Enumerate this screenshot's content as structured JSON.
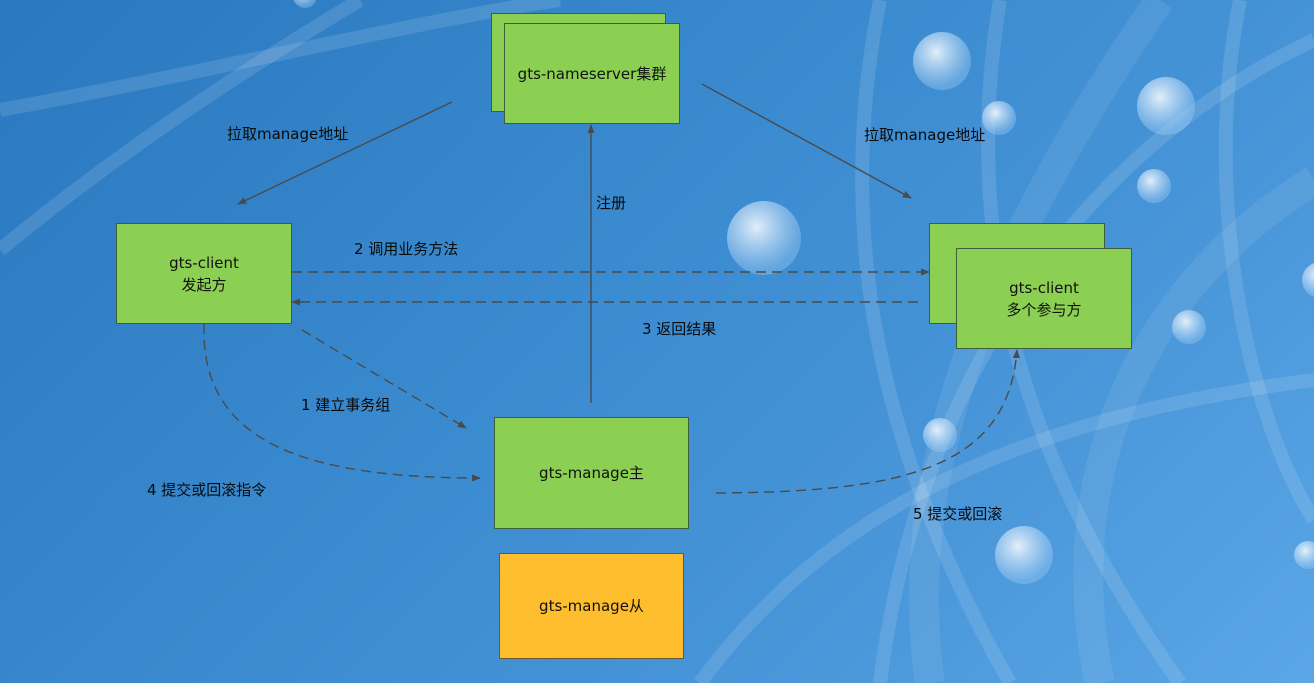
{
  "nodes": {
    "nameserver": {
      "label": "gts-nameserver集群"
    },
    "client_initiator": {
      "line1": "gts-client",
      "line2": "发起方"
    },
    "client_participants": {
      "line1": "gts-client",
      "line2": "多个参与方"
    },
    "manage_master": {
      "label": "gts-manage主"
    },
    "manage_slave": {
      "label": "gts-manage从"
    }
  },
  "edge_labels": {
    "pull_left": "拉取manage地址",
    "pull_right": "拉取manage地址",
    "register": "注册",
    "call": "2  调用业务方法",
    "return": "3  返回结果",
    "build": "1  建立事务组",
    "commit_rollback_cmd": "4  提交或回滚指令",
    "commit_rollback": "5  提交或回滚"
  },
  "colors": {
    "green_node": "#8cd053",
    "orange_node": "#fdbd2c",
    "edge": "#4a4a4a",
    "background": "#3b8bd0"
  }
}
